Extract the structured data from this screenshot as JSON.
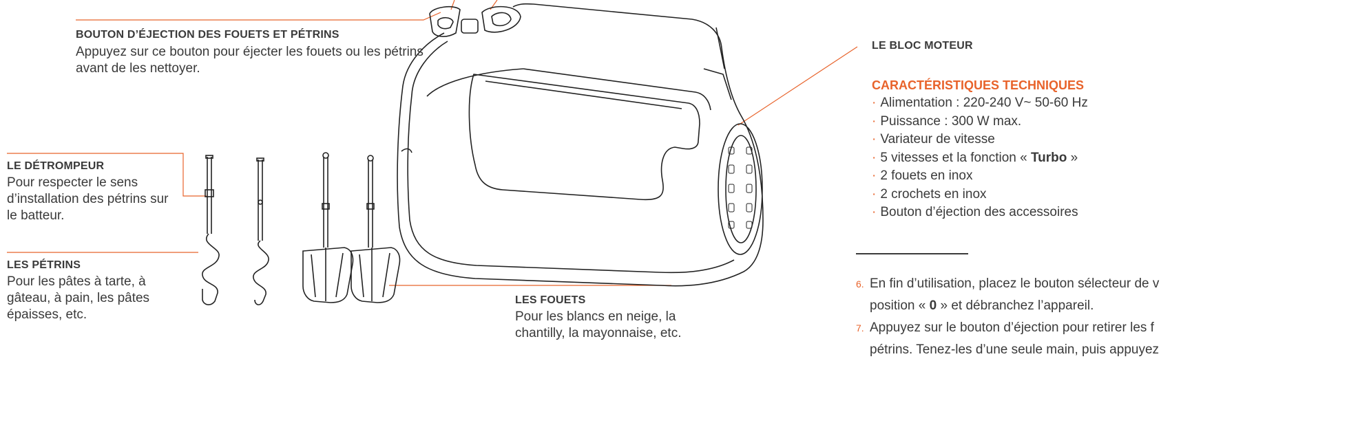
{
  "ejection": {
    "title": "BOUTON D’ÉJECTION DES FOUETS ET PÉTRINS",
    "line1": "Appuyez sur ce bouton pour éjecter les fouets ou les pétrins",
    "line2": "avant de les nettoyer."
  },
  "motor": {
    "title": "LE BLOC MOTEUR"
  },
  "detrompeur": {
    "title": "LE DÉTROMPEUR",
    "lines": [
      "Pour respecter le sens",
      "d’installation des pétrins sur",
      "le batteur."
    ]
  },
  "petrins": {
    "title": "LES PÉTRINS",
    "lines": [
      "Pour les pâtes à tarte, à",
      "gâteau, à pain, les pâtes",
      "épaisses, etc."
    ]
  },
  "fouets": {
    "title": "LES FOUETS",
    "lines": [
      "Pour les blancs en neige, la",
      "chantilly, la mayonnaise, etc."
    ]
  },
  "specs": {
    "title": "CARACTÉRISTIQUES TECHNIQUES",
    "bullet": "·",
    "items": [
      "Alimentation : 220-240 V~ 50-60 Hz",
      "Puissance : 300 W max.",
      "Variateur de vitesse",
      "2 fouets en inox",
      "2 crochets en inox",
      "Bouton d’éjection des accessoires"
    ],
    "turbo_item": {
      "before": "5 vitesses et la fonction « ",
      "bold": "Turbo",
      "after": " »"
    }
  },
  "steps": {
    "step6": {
      "num": "6.",
      "line1": "En fin d’utilisation, placez le bouton sélecteur de v",
      "line2_before": "position « ",
      "line2_bold": "0",
      "line2_after": " » et débranchez l’appareil."
    },
    "step7": {
      "num": "7.",
      "line1": "Appuyez sur le bouton d’éjection pour retirer les f",
      "line2": "pétrins. Tenez-les d’une seule main, puis appuyez"
    }
  },
  "colors": {
    "accent": "#e8632b",
    "text": "#3a3a3a",
    "line": "#222222"
  }
}
